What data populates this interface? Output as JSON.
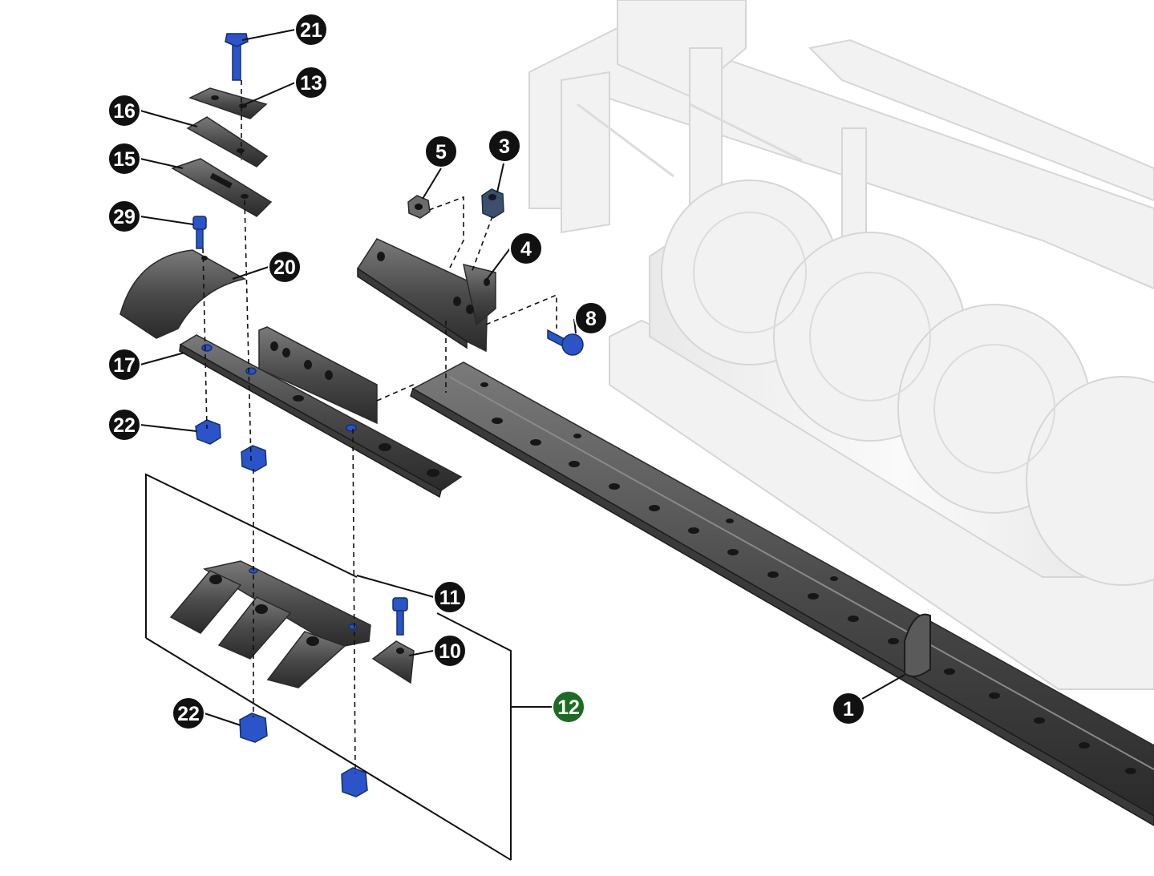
{
  "callouts": [
    {
      "id": "c21",
      "label": "21",
      "color": "#111111"
    },
    {
      "id": "c13",
      "label": "13",
      "color": "#111111"
    },
    {
      "id": "c16",
      "label": "16",
      "color": "#111111"
    },
    {
      "id": "c15",
      "label": "15",
      "color": "#111111"
    },
    {
      "id": "c29",
      "label": "29",
      "color": "#111111"
    },
    {
      "id": "c20",
      "label": "20",
      "color": "#111111"
    },
    {
      "id": "c17",
      "label": "17",
      "color": "#111111"
    },
    {
      "id": "c22a",
      "label": "22",
      "color": "#111111"
    },
    {
      "id": "c5",
      "label": "5",
      "color": "#111111"
    },
    {
      "id": "c3",
      "label": "3",
      "color": "#111111"
    },
    {
      "id": "c4",
      "label": "4",
      "color": "#111111"
    },
    {
      "id": "c8",
      "label": "8",
      "color": "#111111"
    },
    {
      "id": "c11",
      "label": "11",
      "color": "#111111"
    },
    {
      "id": "c10",
      "label": "10",
      "color": "#111111"
    },
    {
      "id": "c12",
      "label": "12",
      "color": "#1d6b23"
    },
    {
      "id": "c22b",
      "label": "22",
      "color": "#111111"
    },
    {
      "id": "c1",
      "label": "1",
      "color": "#111111"
    }
  ],
  "colors": {
    "callout_default": "#111111",
    "callout_assembly": "#1d6b23",
    "fastener_blue": "#2a54c8",
    "metal": "#4a4a4a",
    "ghost_machine": "#f2f2f2"
  }
}
